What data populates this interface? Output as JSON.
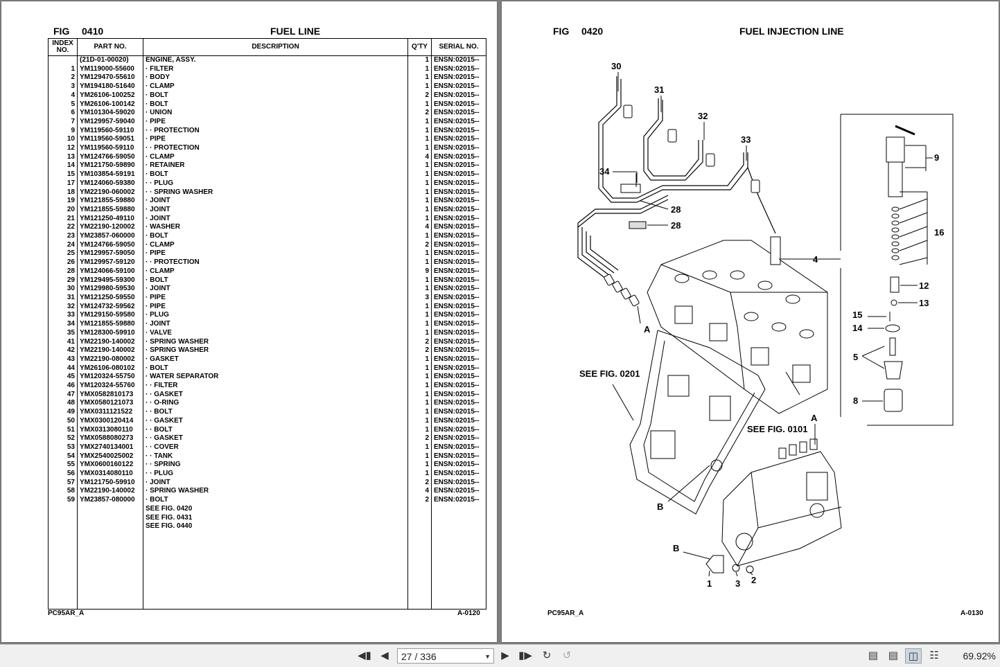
{
  "left": {
    "fig_label": "FIG",
    "fig_no": "0410",
    "title": "FUEL LINE",
    "headers": {
      "index": "INDEX NO.",
      "part": "PART NO.",
      "desc": "DESCRIPTION",
      "qty": "Q'TY",
      "serial": "SERIAL NO."
    },
    "rows": [
      [
        "",
        "(21D-01-00020)",
        "ENGINE, ASSY.",
        "1",
        "ENSN:02015--"
      ],
      [
        "1",
        "YM119000-55600",
        "· FILTER",
        "1",
        "ENSN:02015--"
      ],
      [
        "2",
        "YM129470-55610",
        "· BODY",
        "1",
        "ENSN:02015--"
      ],
      [
        "3",
        "YM194180-51640",
        "· CLAMP",
        "1",
        "ENSN:02015--"
      ],
      [
        "4",
        "YM26106-100252",
        "· BOLT",
        "2",
        "ENSN:02015--"
      ],
      [
        "5",
        "YM26106-100142",
        "· BOLT",
        "1",
        "ENSN:02015--"
      ],
      [
        "6",
        "YM101304-59020",
        "· UNION",
        "2",
        "ENSN:02015--"
      ],
      [
        "7",
        "YM129957-59040",
        "· PIPE",
        "1",
        "ENSN:02015--"
      ],
      [
        "9",
        "YM119560-59110",
        "· · PROTECTION",
        "1",
        "ENSN:02015--"
      ],
      [
        "10",
        "YM119560-59051",
        "· PIPE",
        "1",
        "ENSN:02015--"
      ],
      [
        "12",
        "YM119560-59110",
        "· · PROTECTION",
        "1",
        "ENSN:02015--"
      ],
      [
        "13",
        "YM124766-59050",
        "· CLAMP",
        "4",
        "ENSN:02015--"
      ],
      [
        "14",
        "YM121750-59890",
        "· RETAINER",
        "1",
        "ENSN:02015--"
      ],
      [
        "15",
        "YM103854-59191",
        "· BOLT",
        "1",
        "ENSN:02015--"
      ],
      [
        "17",
        "YM124060-59380",
        "· · PLUG",
        "1",
        "ENSN:02015--"
      ],
      [
        "18",
        "YM22190-060002",
        "· · SPRING WASHER",
        "1",
        "ENSN:02015--"
      ],
      [
        "19",
        "YM121855-59880",
        "· JOINT",
        "1",
        "ENSN:02015--"
      ],
      [
        "20",
        "YM121855-59880",
        "· JOINT",
        "1",
        "ENSN:02015--"
      ],
      [
        "21",
        "YM121250-49110",
        "· JOINT",
        "1",
        "ENSN:02015--"
      ],
      [
        "22",
        "YM22190-120002",
        "· WASHER",
        "4",
        "ENSN:02015--"
      ],
      [
        "23",
        "YM23857-060000",
        "· BOLT",
        "1",
        "ENSN:02015--"
      ],
      [
        "24",
        "YM124766-59050",
        "· CLAMP",
        "2",
        "ENSN:02015--"
      ],
      [
        "25",
        "YM129957-59050",
        "· PIPE",
        "1",
        "ENSN:02015--"
      ],
      [
        "26",
        "YM129957-59120",
        "· · PROTECTION",
        "1",
        "ENSN:02015--"
      ],
      [
        "28",
        "YM124066-59100",
        "· CLAMP",
        "9",
        "ENSN:02015--"
      ],
      [
        "29",
        "YM129495-59300",
        "· BOLT",
        "1",
        "ENSN:02015--"
      ],
      [
        "30",
        "YM129980-59530",
        "· JOINT",
        "1",
        "ENSN:02015--"
      ],
      [
        "31",
        "YM121250-59550",
        "· PIPE",
        "3",
        "ENSN:02015--"
      ],
      [
        "32",
        "YM124732-59562",
        "· PIPE",
        "1",
        "ENSN:02015--"
      ],
      [
        "33",
        "YM129150-59580",
        "· PLUG",
        "1",
        "ENSN:02015--"
      ],
      [
        "34",
        "YM121855-59880",
        "· JOINT",
        "1",
        "ENSN:02015--"
      ],
      [
        "35",
        "YM128300-59910",
        "· VALVE",
        "1",
        "ENSN:02015--"
      ],
      [
        "41",
        "YM22190-140002",
        "· SPRING WASHER",
        "2",
        "ENSN:02015--"
      ],
      [
        "42",
        "YM22190-140002",
        "· SPRING WASHER",
        "2",
        "ENSN:02015--"
      ],
      [
        "43",
        "YM22190-080002",
        "· GASKET",
        "1",
        "ENSN:02015--"
      ],
      [
        "44",
        "YM26106-080102",
        "· BOLT",
        "1",
        "ENSN:02015--"
      ],
      [
        "45",
        "YM120324-55750",
        "· WATER SEPARATOR",
        "1",
        "ENSN:02015--"
      ],
      [
        "46",
        "YM120324-55760",
        "· · FILTER",
        "1",
        "ENSN:02015--"
      ],
      [
        "47",
        "YMX0582810173",
        "· · GASKET",
        "1",
        "ENSN:02015--"
      ],
      [
        "48",
        "YMX0580121073",
        "· · O-RING",
        "1",
        "ENSN:02015--"
      ],
      [
        "49",
        "YMX0311121522",
        "· · BOLT",
        "1",
        "ENSN:02015--"
      ],
      [
        "50",
        "YMX0300120414",
        "· · GASKET",
        "1",
        "ENSN:02015--"
      ],
      [
        "51",
        "YMX0313080110",
        "· · BOLT",
        "1",
        "ENSN:02015--"
      ],
      [
        "52",
        "YMX0588080273",
        "· · GASKET",
        "2",
        "ENSN:02015--"
      ],
      [
        "53",
        "YMX2740134001",
        "· · COVER",
        "1",
        "ENSN:02015--"
      ],
      [
        "54",
        "YMX2540025002",
        "· · TANK",
        "1",
        "ENSN:02015--"
      ],
      [
        "55",
        "YMX0600160122",
        "· · SPRING",
        "1",
        "ENSN:02015--"
      ],
      [
        "56",
        "YMX0314080110",
        "· · PLUG",
        "1",
        "ENSN:02015--"
      ],
      [
        "57",
        "YM121750-59910",
        "· JOINT",
        "2",
        "ENSN:02015--"
      ],
      [
        "58",
        "YM22190-140002",
        "· SPRING WASHER",
        "4",
        "ENSN:02015--"
      ],
      [
        "59",
        "YM23857-080000",
        "· BOLT",
        "2",
        "ENSN:02015--"
      ],
      [
        "",
        "",
        "SEE FIG. 0420",
        "",
        ""
      ],
      [
        "",
        "",
        "SEE FIG. 0431",
        "",
        ""
      ],
      [
        "",
        "",
        "SEE FIG. 0440",
        "",
        ""
      ]
    ],
    "footer_left": "PC95AR_A",
    "footer_right": "A-0120"
  },
  "right": {
    "fig_label": "FIG",
    "fig_no": "0420",
    "title": "FUEL INJECTION LINE",
    "callouts": {
      "c30": "30",
      "c31": "31",
      "c32": "32",
      "c33": "33",
      "c34": "34",
      "c28a": "28",
      "c28b": "28",
      "c4": "4",
      "c9": "9",
      "c16": "16",
      "c12": "12",
      "c13": "13",
      "c15": "15",
      "c14": "14",
      "c5": "5",
      "c8": "8",
      "c1": "1",
      "c2": "2",
      "c3": "3",
      "a1": "A",
      "a2": "A",
      "b1": "B",
      "b2": "B"
    },
    "see_fig_1": "SEE FIG. 0201",
    "see_fig_2": "SEE FIG. 0101",
    "footer_left": "PC95AR_A",
    "footer_right": "A-0130"
  },
  "toolbar": {
    "page_display": "27 / 336",
    "zoom": "69.92%",
    "icons": [
      "first-page-icon",
      "prev-page-icon",
      "next-page-icon",
      "last-page-icon"
    ]
  }
}
